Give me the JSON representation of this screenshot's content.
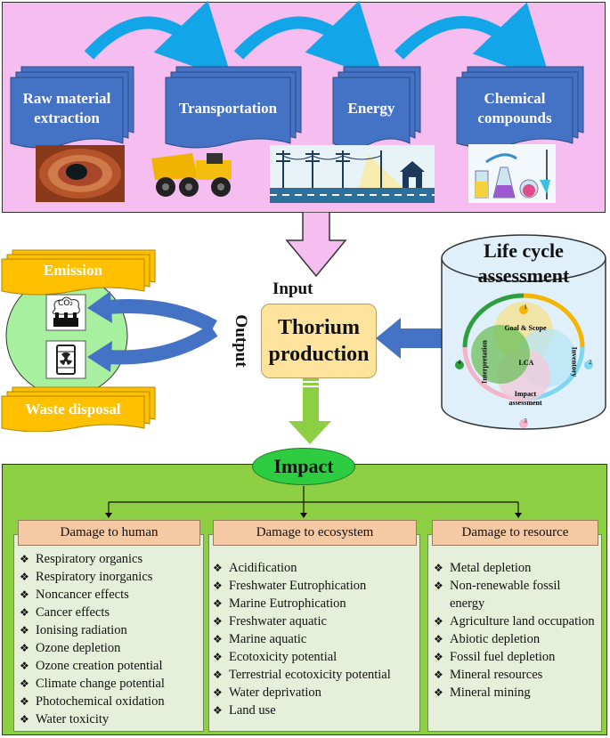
{
  "inputs": {
    "stages": [
      {
        "label": "Raw material extraction",
        "image_icon": "mine-pit-image"
      },
      {
        "label": "Transportation",
        "image_icon": "dump-truck-image"
      },
      {
        "label": "Energy",
        "image_icon": "power-lines-house-image"
      },
      {
        "label": "Chemical compounds",
        "image_icon": "lab-glassware-image"
      }
    ]
  },
  "center": {
    "input_label": "Input",
    "output_label": "Output",
    "title": "Thorium production"
  },
  "outputs": {
    "emission_label": "Emission",
    "emission_icon_text": "CO₂",
    "waste_label": "Waste disposal"
  },
  "lca": {
    "title": "Life cycle assessment",
    "phases": {
      "goal": "Goal & Scope",
      "inventory": "Inventory",
      "impact": "Impact assessment",
      "interpretation": "Interpretation",
      "center": "LCA"
    },
    "step_numbers": [
      "1",
      "2",
      "3",
      "4"
    ]
  },
  "impact": {
    "title": "Impact",
    "categories": [
      {
        "header": "Damage to human",
        "items": [
          "Respiratory organics",
          "Respiratory inorganics",
          "Noncancer effects",
          "Cancer effects",
          "Ionising radiation",
          "Ozone depletion",
          "Ozone creation potential",
          "Climate change potential",
          "Photochemical oxidation",
          "Water toxicity"
        ]
      },
      {
        "header": "Damage to ecosystem",
        "items": [
          "Acidification",
          "Freshwater Eutrophication",
          "Marine Eutrophication",
          "Freshwater aquatic",
          "Marine aquatic",
          "Ecotoxicity potential",
          "Terrestrial ecotoxicity potential",
          "Water deprivation",
          "Land use"
        ]
      },
      {
        "header": "Damage to resource",
        "items": [
          "Metal depletion",
          "Non-renewable fossil energy",
          "Agriculture land occupation",
          "Abiotic depletion",
          "Fossil fuel depletion",
          "Mineral resources",
          "Mineral mining"
        ]
      }
    ]
  },
  "colors": {
    "top_panel": "#f5bdf0",
    "stack_blue": "#4472c4",
    "arrow_cyan": "#12a6e8",
    "yellow": "#ffc000",
    "green_panel": "#8ccf43",
    "impact_oval": "#2ecc40",
    "cat_header": "#f6c9a5"
  }
}
